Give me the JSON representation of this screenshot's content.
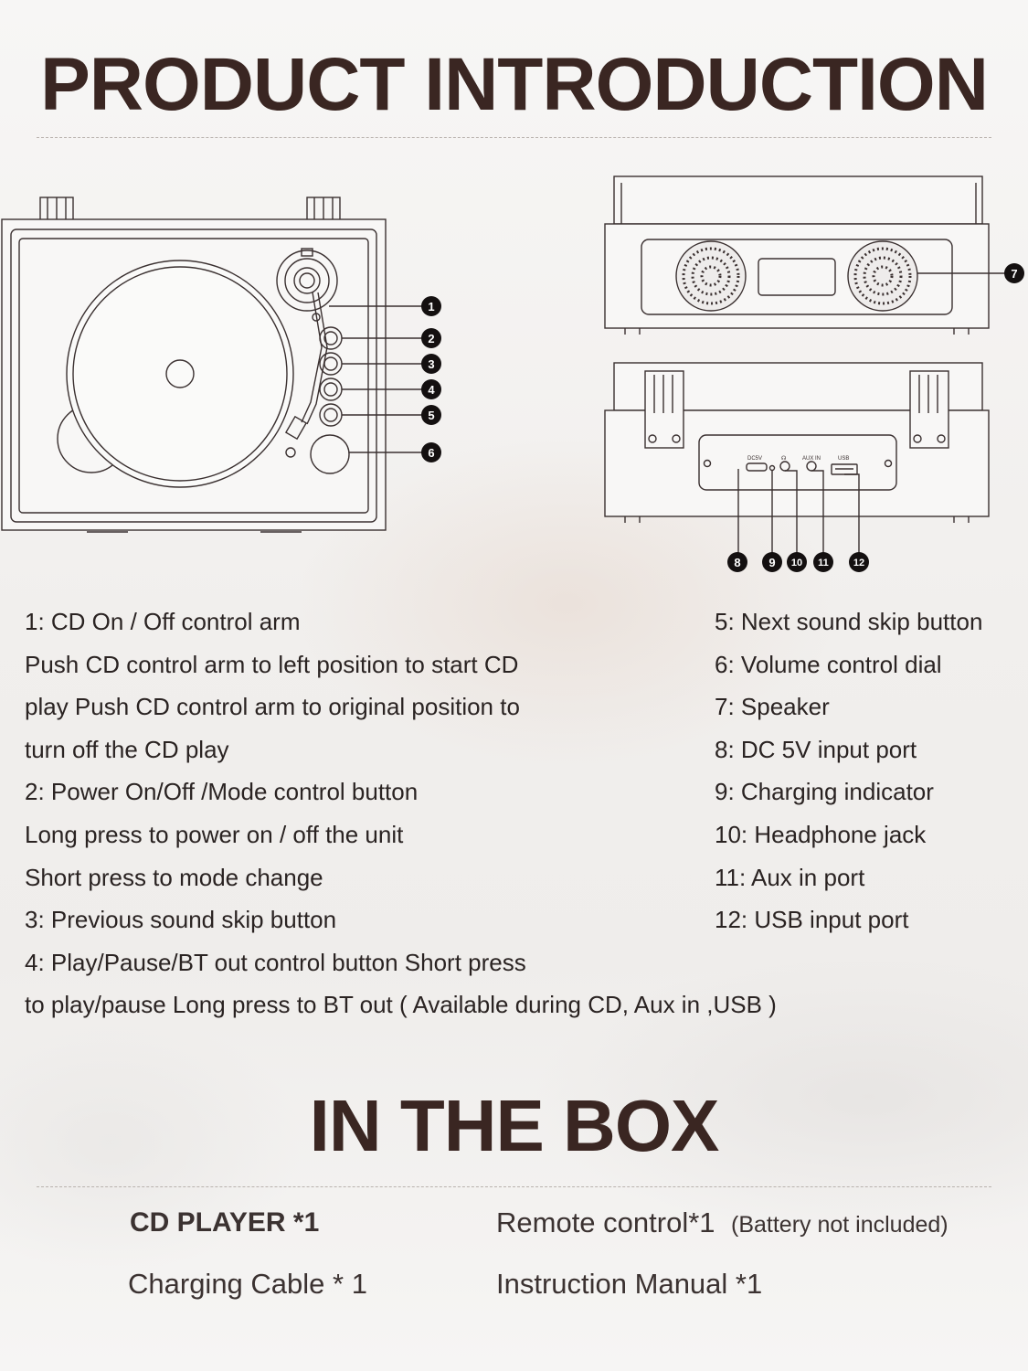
{
  "title_intro": "PRODUCT INTRODUCTION",
  "title_box": "IN THE BOX",
  "callouts": [
    "1",
    "2",
    "3",
    "4",
    "5",
    "6",
    "7",
    "8",
    "9",
    "10",
    "11",
    "12"
  ],
  "port_labels": {
    "dc": "DC5V",
    "headphone": "☊",
    "aux": "AUX IN",
    "usb": "USB"
  },
  "left_lines": [
    "1: CD On / Off control arm",
    "Push CD control arm to left position to start CD",
    "play Push CD control arm to original position to",
    "turn off the CD play",
    "2: Power On/Off /Mode control button",
    "Long press to power on / off the unit",
    "Short press to mode change",
    "3: Previous sound skip button",
    "4: Play/Pause/BT out control button Short press",
    "to play/pause Long press to BT out ( Available during CD, Aux in ,USB )"
  ],
  "right_lines": [
    "5: Next sound skip button",
    "6: Volume control dial",
    "7: Speaker",
    "8: DC 5V input port",
    "9: Charging indicator",
    "10: Headphone jack",
    "11: Aux in port",
    "12: USB input port"
  ],
  "box_items": {
    "cd_player": "CD PLAYER *1",
    "remote": "Remote control*1",
    "remote_note": "(Battery not included)",
    "cable": "Charging Cable * 1",
    "manual": "Instruction Manual *1"
  }
}
